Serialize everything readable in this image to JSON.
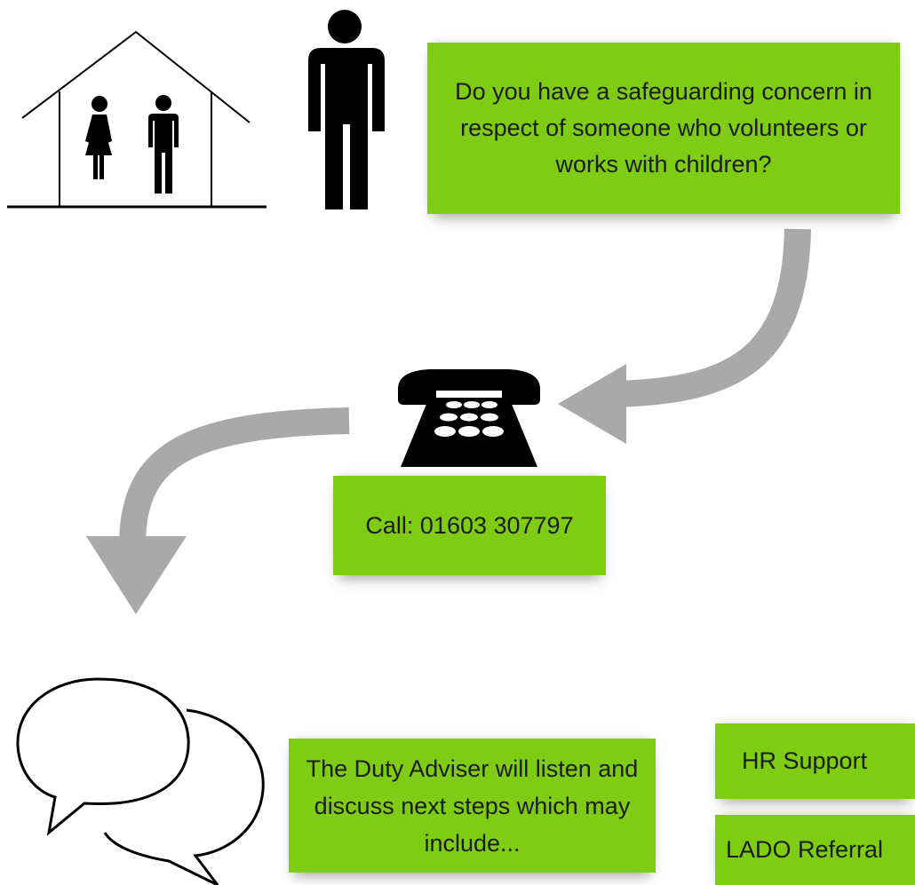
{
  "concern_box": {
    "text": "Do you have a safeguarding concern in respect of someone who volunteers or works with children?"
  },
  "call_box": {
    "text": "Call: 01603 307797"
  },
  "duty_box": {
    "text": "The Duty Adviser will listen and discuss next steps which may include..."
  },
  "options": [
    {
      "label": "HR Support"
    },
    {
      "label": "LADO Referral"
    }
  ],
  "icons": [
    "house-family-icon",
    "person-icon",
    "telephone-icon",
    "speech-bubbles-icon",
    "curved-arrow-icon"
  ],
  "colors": {
    "box_green": "#7ecc14",
    "arrow_grey": "#a9a9a9",
    "icon_black": "#000000"
  }
}
